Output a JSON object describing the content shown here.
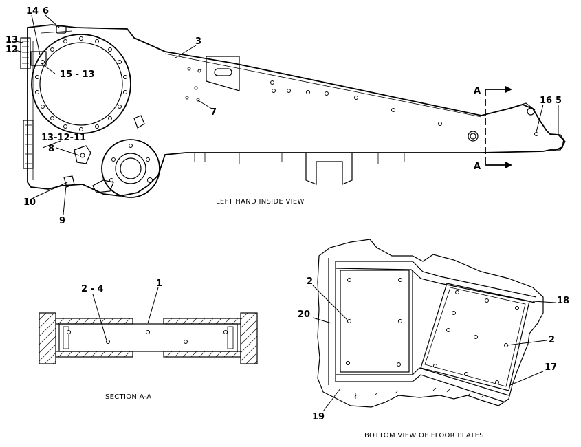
{
  "captions": {
    "left_hand_inside_view": "LEFT HAND INSIDE VIEW",
    "section_aa": "SECTION A-A",
    "bottom_view_floor_plates": "BOTTOM VIEW OF FLOOR PLATES"
  },
  "section_marks": {
    "top": "A",
    "bottom": "A"
  },
  "callouts": {
    "c14": "14",
    "c6": "6",
    "c13a": "13",
    "c12a": "12",
    "c15_13": "15 - 13",
    "c3": "3",
    "c7": "7",
    "c16": "16",
    "c5": "5",
    "c13_12_11": "13-12-11",
    "c8": "8",
    "c10": "10",
    "c9": "9",
    "c2_4": "2 - 4",
    "c1": "1",
    "c2a": "2",
    "c20": "20",
    "c18": "18",
    "c2b": "2",
    "c17": "17",
    "c19": "19"
  }
}
